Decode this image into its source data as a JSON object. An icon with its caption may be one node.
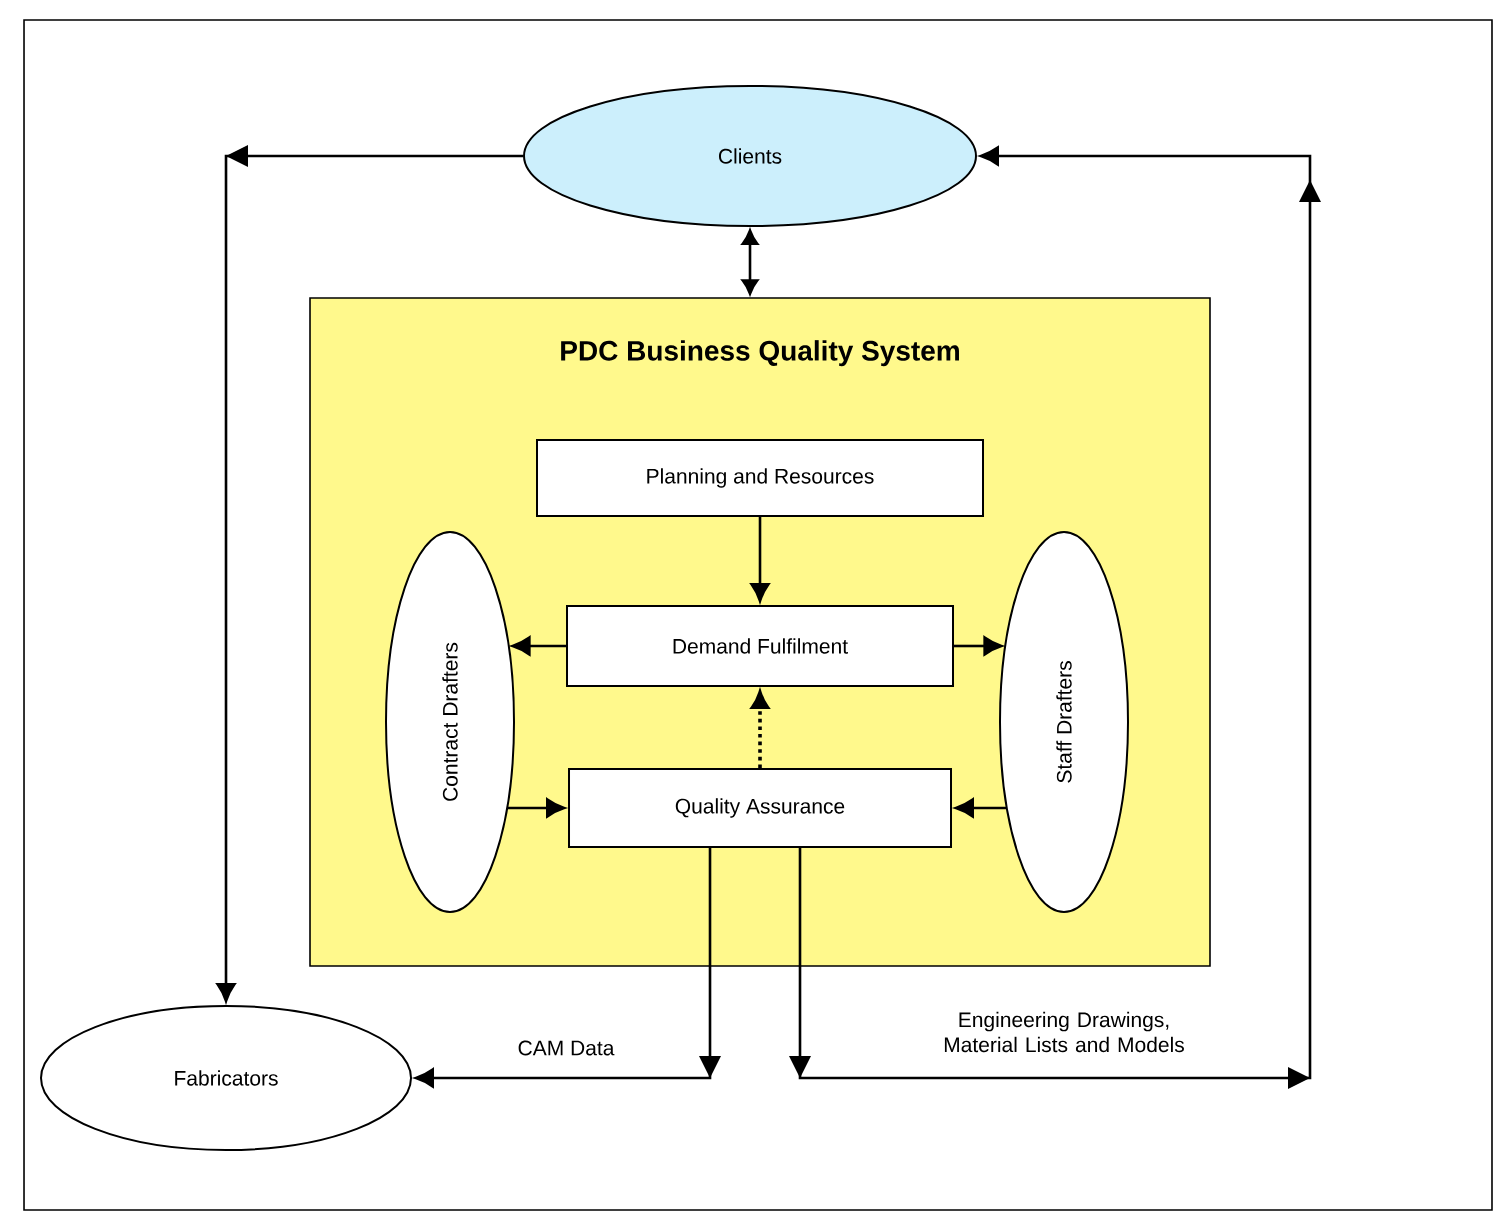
{
  "diagram": {
    "nodes": [
      {
        "text": [
          "Clients"
        ]
      },
      {
        "text": [
          "PDC Business Quality System"
        ]
      },
      {
        "text": [
          "Planning and Resources"
        ],
        "in": 1
      },
      {
        "text": [
          "Contract Drafters"
        ],
        "in": 1
      },
      {
        "text": [
          "Demand Fulfilment"
        ],
        "in": 1
      },
      {
        "text": [
          "Staff Drafters"
        ],
        "in": 1
      },
      {
        "text": [
          "Quality Assurance"
        ],
        "in": 1
      },
      {
        "text": [
          "Fabricators"
        ]
      }
    ],
    "edges": [
      {
        "from": 0,
        "to": 7,
        "arrow": "to"
      },
      {
        "from": 0,
        "to": 1,
        "arrow": "both"
      },
      {
        "from": 2,
        "to": 4,
        "arrow": "to"
      },
      {
        "from": 4,
        "to": 3,
        "arrow": "to"
      },
      {
        "from": 4,
        "to": 5,
        "arrow": "to"
      },
      {
        "from": 6,
        "to": 4,
        "arrow": "to",
        "style": "dashed"
      },
      {
        "from": 3,
        "to": 6,
        "arrow": "to"
      },
      {
        "from": 5,
        "to": 6,
        "arrow": "to"
      },
      {
        "from": 6,
        "to": 7,
        "arrow": "to",
        "label": "CAM Data"
      },
      {
        "from": 6,
        "to": 0,
        "arrow": "to",
        "label": "Engineering Drawings, Material Lists and Models"
      }
    ]
  }
}
